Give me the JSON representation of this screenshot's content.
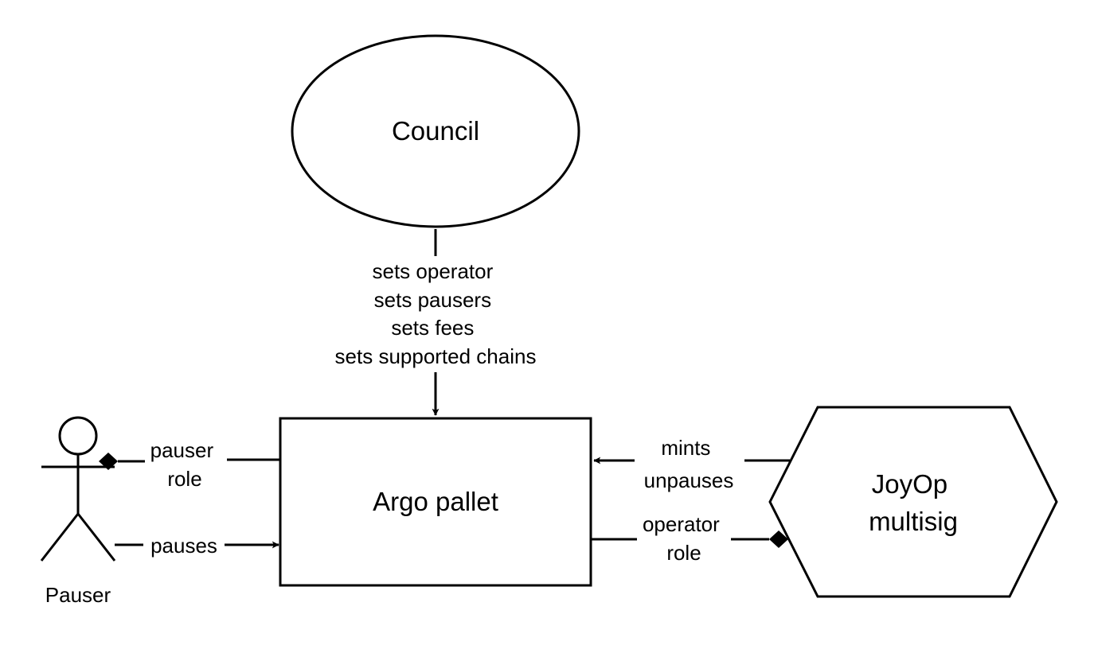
{
  "nodes": {
    "council": {
      "label": "Council",
      "shape": "ellipse"
    },
    "argo_pallet": {
      "label": "Argo pallet",
      "shape": "rectangle"
    },
    "joyop": {
      "label_lines": [
        "JoyOp",
        "multisig"
      ],
      "shape": "hexagon"
    },
    "pauser": {
      "label": "Pauser",
      "shape": "actor"
    }
  },
  "edges": {
    "council_to_argo": {
      "label_lines": [
        "sets operator",
        "sets pausers",
        "sets fees",
        "sets supported chains"
      ],
      "arrow": "open"
    },
    "pauser_role": {
      "label_lines": [
        "pauser",
        "role"
      ],
      "end": "diamond"
    },
    "pauses": {
      "label": "pauses",
      "arrow": "open"
    },
    "mints_unpauses": {
      "label_lines": [
        "mints",
        "unpauses"
      ],
      "arrow": "open"
    },
    "operator_role": {
      "label_lines": [
        "operator",
        "role"
      ],
      "end": "diamond"
    }
  },
  "colors": {
    "stroke": "#000000",
    "background": "#ffffff",
    "text": "#000000"
  }
}
